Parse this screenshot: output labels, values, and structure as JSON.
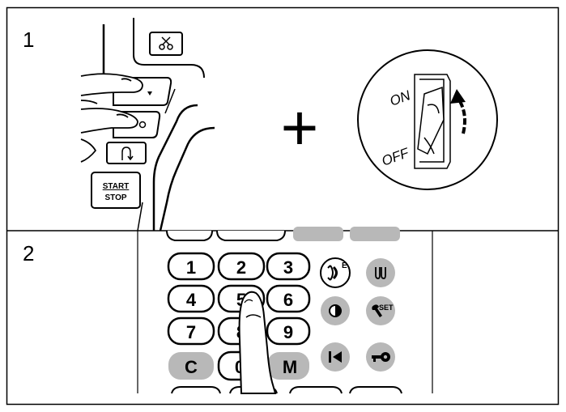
{
  "steps": [
    {
      "number": "1"
    },
    {
      "number": "2"
    }
  ],
  "panel1": {
    "start_stop_top": "START",
    "start_stop_bottom": "STOP",
    "plus_sign": "+"
  },
  "power_switch": {
    "on_label": "ON",
    "off_label": "OFF"
  },
  "keypad": {
    "digit_keys": [
      "1",
      "2",
      "3",
      "4",
      "5",
      "6",
      "7",
      "8",
      "9"
    ],
    "clear_key": "C",
    "zero_key": "0",
    "memory_key": "M",
    "set_label": "SET",
    "elongation_label": "E"
  },
  "colors": {
    "line": "#000000",
    "key_gray": "#b8b8b8",
    "background": "#ffffff"
  }
}
